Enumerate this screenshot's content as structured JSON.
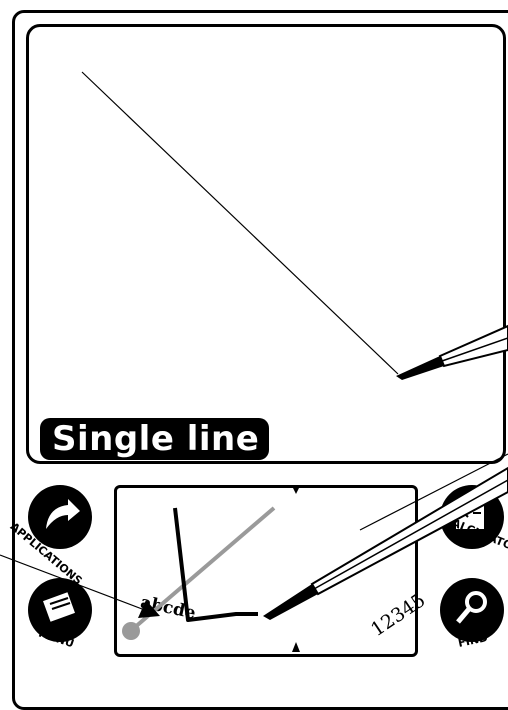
{
  "screen": {
    "status_label": "Single line"
  },
  "graffiti": {
    "alpha_hint": "abcde",
    "numeric_hint": "12345"
  },
  "silkscreen": {
    "applications_label": "APPLICATIONS",
    "menu_label": "MENU",
    "calculator_label": "CALCULATOR",
    "find_label": "FIND"
  },
  "colors": {
    "ink": "#000000",
    "guide_gray": "#9a9a9a"
  }
}
